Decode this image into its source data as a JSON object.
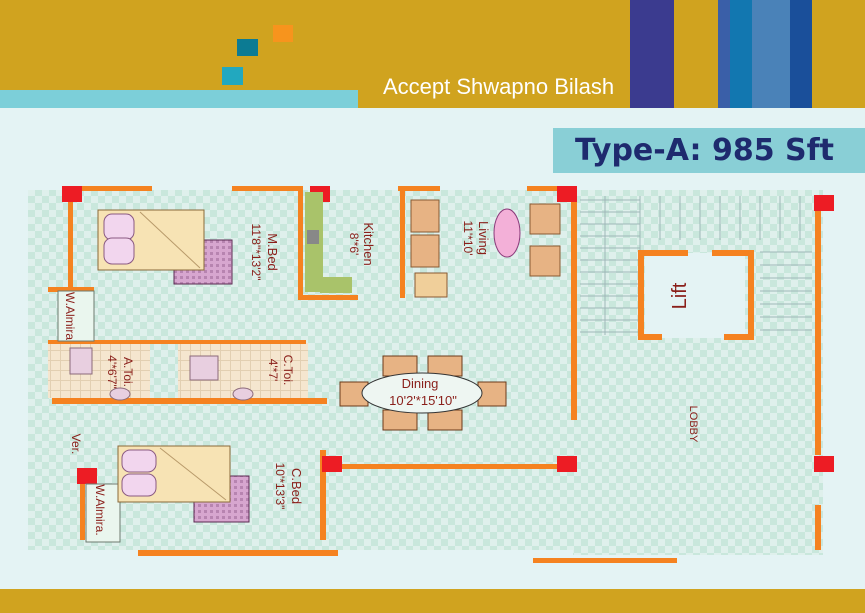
{
  "header": {
    "tagline": "Accept Shwapno Bilash",
    "squares": [
      "#f7941d",
      "#0c7b93",
      "#22a8bf"
    ],
    "bars": [
      "#3b3b8f",
      "#1277b0",
      "#3f7cb4",
      "#1a4f9a"
    ],
    "background": "#d0a31f",
    "strip": "#7ccfd9"
  },
  "title": "Type-A: 985 Sft",
  "rooms": {
    "master_bed": {
      "name": "M.Bed",
      "size": "11'8\"*13'2\""
    },
    "kitchen": {
      "name": "Kitchen",
      "size": "8'*6'"
    },
    "living": {
      "name": "Living",
      "size": "11'*10'"
    },
    "almira_1": "W.Almira",
    "attached_toilet": {
      "name": "A.Toi.",
      "size": "4'*6'7\""
    },
    "common_toilet": {
      "name": "C.Toi.",
      "size": "4'*7'"
    },
    "dining": {
      "name": "Dining",
      "size": "10'2'*15'10\""
    },
    "verandah": "Ver.",
    "child_bed": {
      "name": "C.Bed",
      "size": "10'*13'3\""
    },
    "almira_2": "W.Almira.",
    "lift": "Lift",
    "lobby": "LOBBY"
  },
  "colors": {
    "wall": "#f58220",
    "column": "#ed1c24",
    "floor": "#cfe9df",
    "label": "#8a1f1a",
    "title": "#1e2a6e"
  }
}
